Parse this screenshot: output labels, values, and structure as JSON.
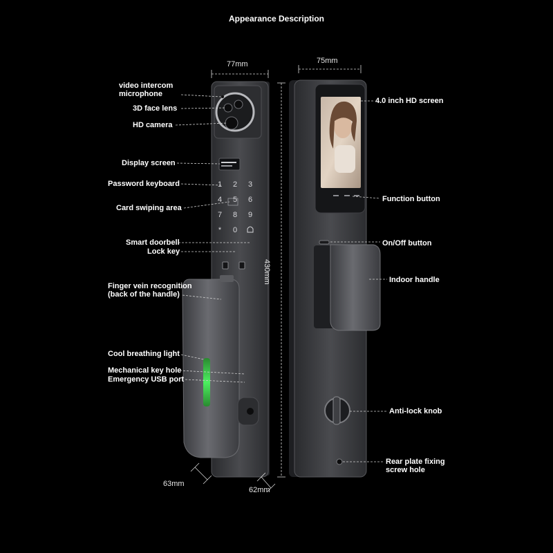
{
  "title": "Appearance Description",
  "dimensions": {
    "outer_width": "77mm",
    "inner_width": "75mm",
    "height": "430mm",
    "handle_depth": "63mm",
    "panel_depth": "62mm"
  },
  "outdoor_labels": {
    "video_intercom_line1": "video intercom",
    "video_intercom_line2": "microphone",
    "face_lens": "3D face lens",
    "hd_camera": "HD camera",
    "display_screen": "Display screen",
    "password_keyboard": "Password keyboard",
    "card_swiping": "Card swiping area",
    "smart_doorbell": "Smart doorbell",
    "lock_key": "Lock key",
    "finger_vein_line1": "Finger vein recognition",
    "finger_vein_line2": "(back of the handle)",
    "breathing_light": "Cool breathing light",
    "key_hole": "Mechanical key hole",
    "usb_port": "Emergency USB port"
  },
  "indoor_labels": {
    "hd_screen": "4.0 inch HD screen",
    "function_button": "Function button",
    "onoff_button": "On/Off button",
    "indoor_handle": "Indoor handle",
    "anti_lock_knob": "Anti-lock knob",
    "fixing_screw_line1": "Rear plate fixing",
    "fixing_screw_line2": "screw hole"
  },
  "keypad": [
    "1",
    "2",
    "3",
    "4",
    "5",
    "6",
    "7",
    "8",
    "9",
    "*",
    "0",
    "bell"
  ],
  "colors": {
    "background": "#000000",
    "body": "#3a3b3e",
    "edge": "#5a5b5f",
    "accent_light": "#3cdc4a"
  }
}
